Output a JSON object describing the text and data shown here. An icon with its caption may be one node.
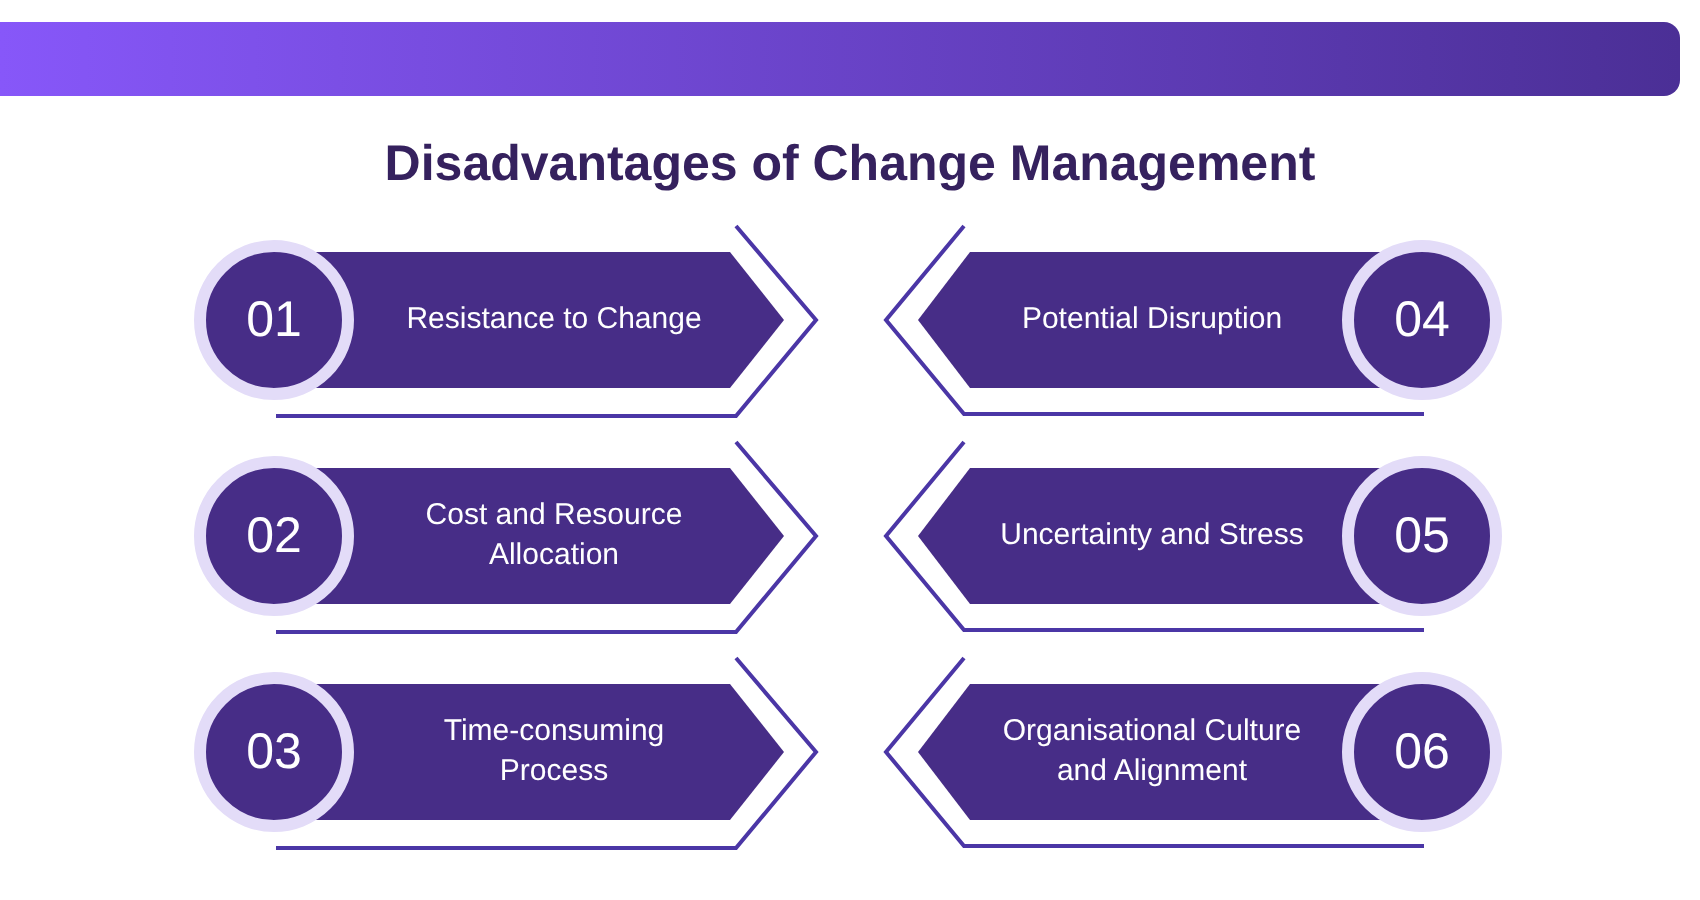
{
  "diagram": {
    "title": "Disadvantages of Change Management",
    "nodes": [
      {
        "text": [
          "01"
        ]
      },
      {
        "text": [
          "Resistance to Change"
        ]
      },
      {
        "text": [
          "02"
        ]
      },
      {
        "text": [
          "Cost and Resource Allocation"
        ]
      },
      {
        "text": [
          "03"
        ]
      },
      {
        "text": [
          "Time-consuming Process"
        ]
      },
      {
        "text": [
          "04"
        ]
      },
      {
        "text": [
          "Potential Disruption"
        ]
      },
      {
        "text": [
          "05"
        ]
      },
      {
        "text": [
          "Uncertainty and Stress"
        ]
      },
      {
        "text": [
          "06"
        ]
      },
      {
        "text": [
          "Organisational Culture and Alignment"
        ]
      }
    ]
  }
}
